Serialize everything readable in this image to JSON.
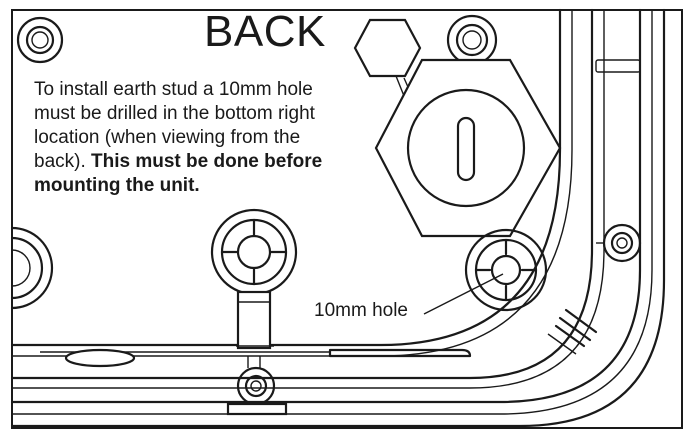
{
  "title": "BACK",
  "note": {
    "regular": "To install earth stud a 10mm hole must be drilled in the bottom right location (when viewing from the back). ",
    "bold": "This must be done before mounting the unit."
  },
  "callout": {
    "label": "10mm hole"
  },
  "colors": {
    "line": "#1a1a1a",
    "background": "#ffffff"
  }
}
